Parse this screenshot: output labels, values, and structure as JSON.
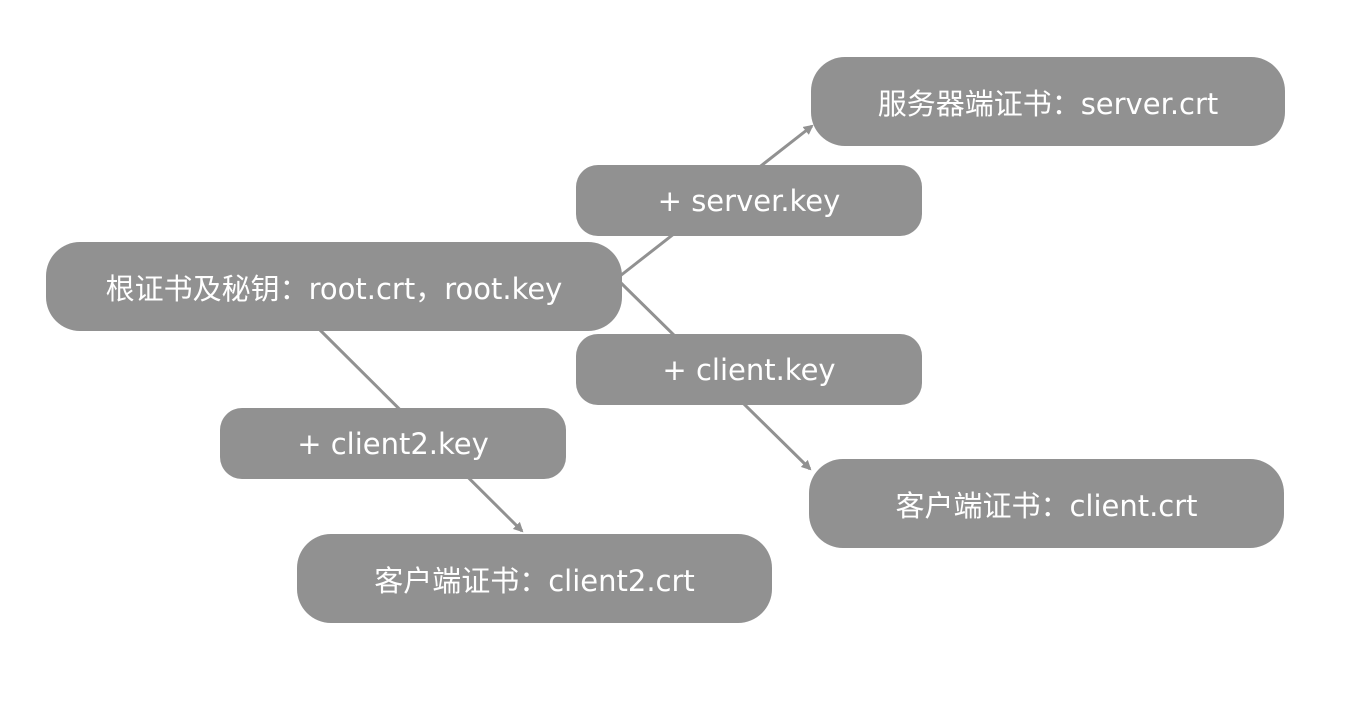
{
  "diagram": {
    "root": {
      "label": "根证书及秘钥：root.crt，root.key"
    },
    "server_cert": {
      "label": "服务器端证书：server.crt"
    },
    "client_cert": {
      "label": "客户端证书：client.crt"
    },
    "client2_cert": {
      "label": "客户端证书：client2.crt"
    },
    "server_key": {
      "label": "+ server.key"
    },
    "client_key": {
      "label": "+ client.key"
    },
    "client2_key": {
      "label": "+ client2.key"
    },
    "colors": {
      "node_fill": "#919191",
      "node_text": "#ffffff",
      "arrow": "#919191",
      "background": "#ffffff"
    }
  }
}
